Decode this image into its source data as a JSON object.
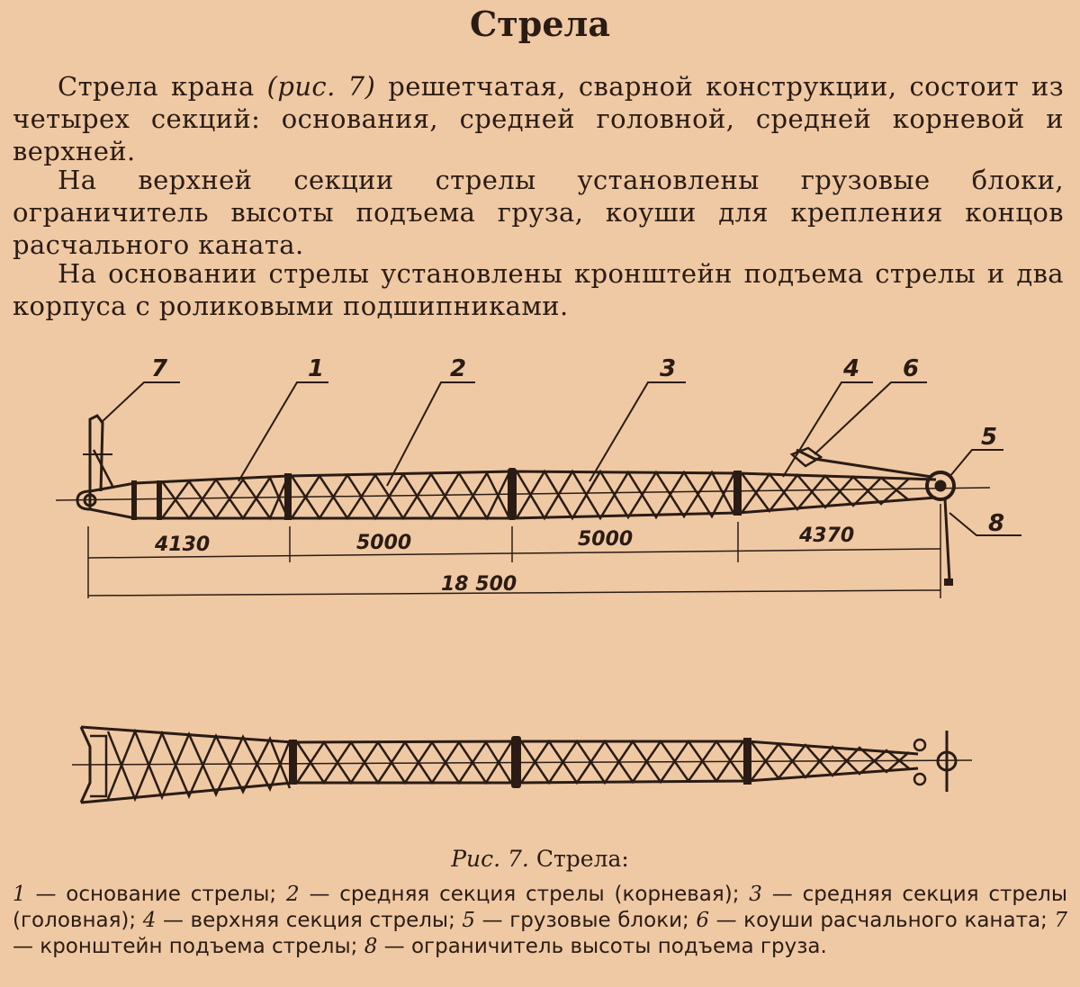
{
  "heading": "Стрела",
  "paragraphs": {
    "p1_a": "Стрела крана",
    "p1_ref": "(рис. 7)",
    "p1_b": "решетчатая, сварной конструкции, состоит из четырех секций: основания, средней головной, средней корневой и верхней.",
    "p2": "На верхней секции стрелы установлены грузовые блоки, ограничитель высоты подъема груза, коуши для крепления концов расчального каната.",
    "p3": "На основании стрелы установлены кронштейн подъема стрелы и два корпуса с роликовыми подшипниками."
  },
  "figure": {
    "callouts": [
      "7",
      "1",
      "2",
      "3",
      "4",
      "6",
      "5",
      "8"
    ],
    "dimensions": {
      "d1": "4130",
      "d2": "5000",
      "d3": "5000",
      "d4": "4370",
      "total": "18 500"
    }
  },
  "caption": {
    "title_a": "Рис. 7.",
    "title_b": "Стрела:",
    "items": [
      {
        "num": "1",
        "text": "— основание стрелы;"
      },
      {
        "num": "2",
        "text": "— средняя секция стрелы (корневая);"
      },
      {
        "num": "3",
        "text": "— средняя секция стрелы (головная);"
      },
      {
        "num": "4",
        "text": "— верхняя секция стрелы;"
      },
      {
        "num": "5",
        "text": "— грузовые блоки;"
      },
      {
        "num": "6",
        "text": "— коуши расчального каната;"
      },
      {
        "num": "7",
        "text": "— кронштейн подъема стрелы;"
      },
      {
        "num": "8",
        "text": "— ограничитель высоты подъема груза."
      }
    ]
  },
  "colors": {
    "paper": "#efc9a4",
    "ink": "#2a1c14"
  }
}
